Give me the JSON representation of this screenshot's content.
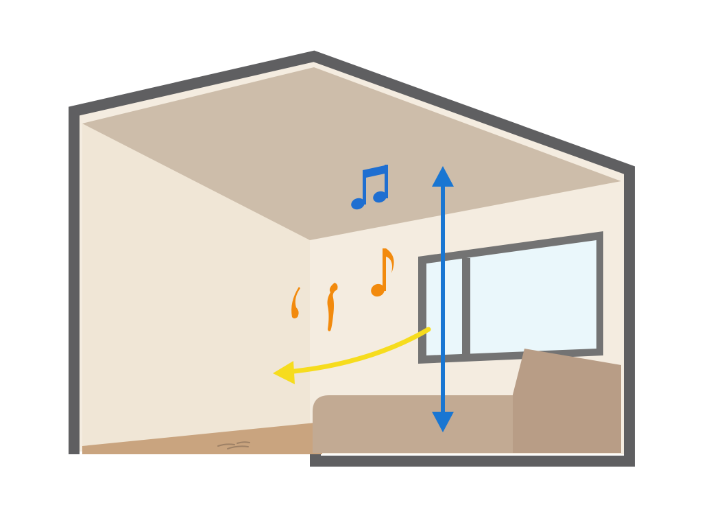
{
  "diagram": {
    "kind": "room cross-section",
    "colors": {
      "background": "#ffffff",
      "wall_outline": "#5f5f61",
      "wall_fill": "#f4ece0",
      "left_wall_shadow": "#f0e6d6",
      "ceiling": "#cdbdaa",
      "floor": "#c9a47f",
      "furniture": "#c2aa93",
      "furniture_shade": "#b89d86",
      "window_frame": "#737373",
      "window_glass": "#eaf7fb",
      "vertical_arrow": "#1976d2",
      "curved_arrow": "#f6dc1e",
      "note_blue": "#1f6fd1",
      "note_orange": "#f28a0d"
    },
    "elements": {
      "window": "window-icon",
      "vertical_arrow": "double-arrow-vertical",
      "curved_arrow": "curved-arrow-left",
      "notes": [
        "beamed-eighth-notes-icon",
        "eighth-note-icon",
        "sound-wave-marks"
      ]
    }
  }
}
